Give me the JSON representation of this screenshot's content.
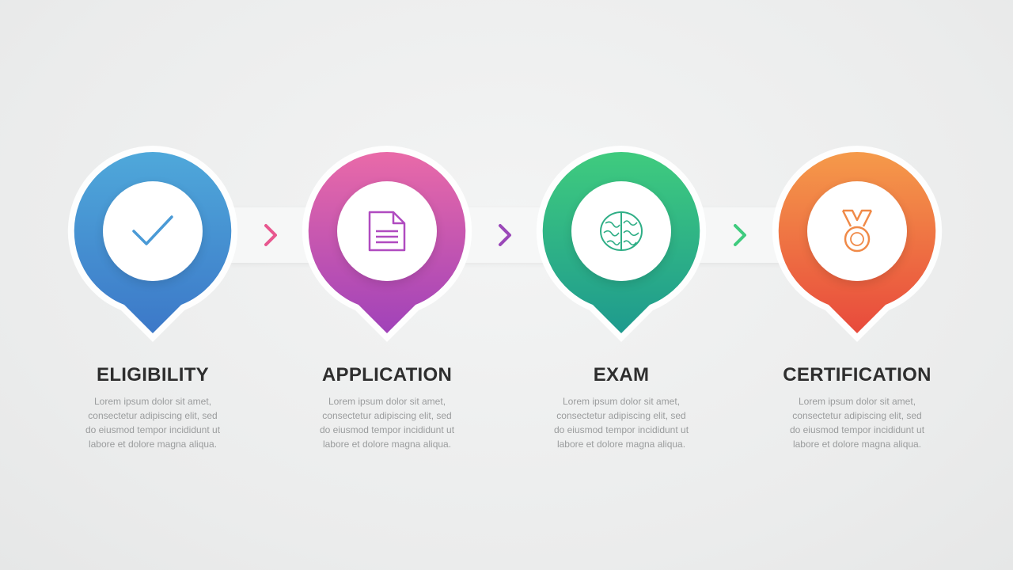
{
  "colors": {
    "background": "#ececed",
    "connector": "#f6f7f7",
    "title_text": "#2e2e2e",
    "body_text": "#9a9c9d"
  },
  "steps": [
    {
      "title": "ELIGIBILITY",
      "icon": "checkmark-icon",
      "color_top": "#4fa8da",
      "color_bottom": "#3c78c8",
      "body": "Lorem ipsum dolor sit amet, consectetur adipiscing elit, sed do eiusmod tempor incididunt ut labore et dolore magna aliqua."
    },
    {
      "title": "APPLICATION",
      "icon": "document-icon",
      "color_top": "#e96aa8",
      "color_bottom": "#a042b9",
      "body": "Lorem ipsum dolor sit amet, consectetur adipiscing elit, sed do eiusmod tempor incididunt ut labore et dolore magna aliqua."
    },
    {
      "title": "EXAM",
      "icon": "brain-icon",
      "color_top": "#3fcb7e",
      "color_bottom": "#1e9a8e",
      "body": "Lorem ipsum dolor sit amet, consectetur adipiscing elit, sed do eiusmod tempor incididunt ut labore et dolore magna aliqua."
    },
    {
      "title": "CERTIFICATION",
      "icon": "medal-icon",
      "color_top": "#f59a4a",
      "color_bottom": "#e84a3c",
      "body": "Lorem ipsum dolor sit amet, consectetur adipiscing elit, sed do eiusmod tempor incididunt ut labore et dolore magna aliqua."
    }
  ],
  "arrows": [
    {
      "icon": "chevron-right-icon",
      "color": "#e8578f"
    },
    {
      "icon": "chevron-right-icon",
      "color": "#9a48b8"
    },
    {
      "icon": "chevron-right-icon",
      "color": "#3fcb7e"
    }
  ]
}
